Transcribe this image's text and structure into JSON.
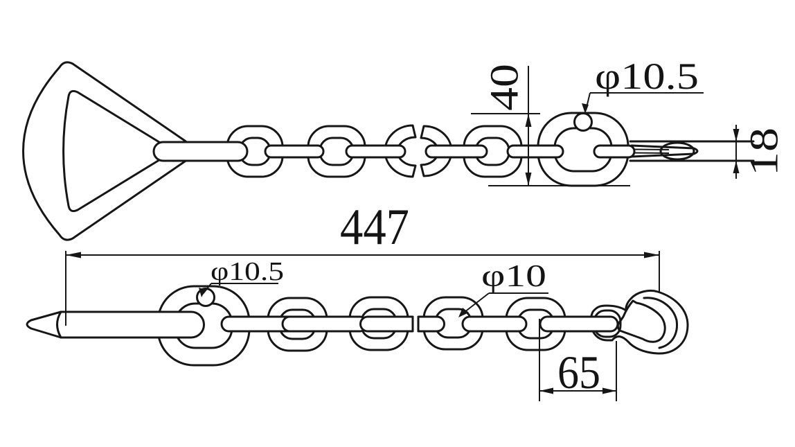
{
  "document": {
    "type": "technical-drawing",
    "subject": "chain assembly with triangle ring, link chain, spike and grab hook",
    "views": [
      "top-view-with-triangle-ring",
      "side-view-with-spike-and-grab-hook"
    ]
  },
  "colors": {
    "background": "#ffffff",
    "ink": "#161616"
  },
  "dimensions": {
    "end_link_width": "40",
    "end_link_wire_diameter_top": "φ10.5",
    "hook_eye_thickness": "18",
    "overall_length": "447",
    "large_link_wire_diameter": "φ10.5",
    "chain_wire_diameter": "φ10",
    "hook_length": "65"
  }
}
